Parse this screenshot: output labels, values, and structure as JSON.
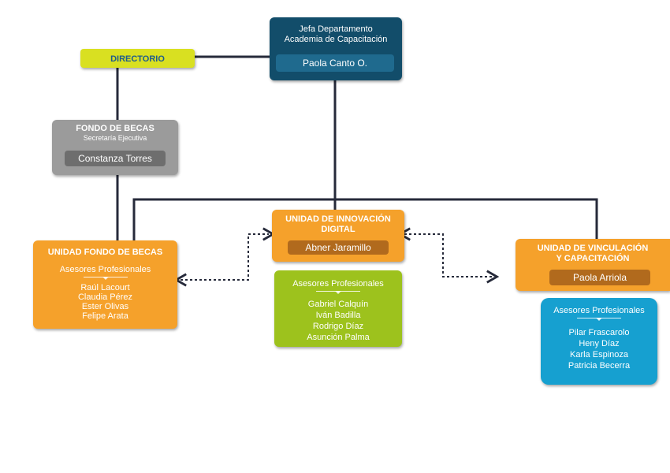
{
  "colors": {
    "navy": "#124d6a",
    "gray": "#9b9b9b",
    "orange": "#f5a12b",
    "brown": "#b16a1d",
    "green": "#9dc21d",
    "blue": "#16a0d0",
    "yellow": "#d9e021",
    "line": "#262a3a"
  },
  "jefa": {
    "title_line1": "Jefa Departamento",
    "title_line2": "Academia de Capacitación",
    "name": "Paola Canto O."
  },
  "directorio": {
    "label": "DIRECTORIO"
  },
  "fondo_becas": {
    "title": "FONDO DE BECAS",
    "subtitle": "Secretaría Ejecutiva",
    "name": "Constanza Torres"
  },
  "unidad_fondo": {
    "title": "UNIDAD FONDO DE BECAS",
    "advisors_label": "Asesores Profesionales",
    "advisors": [
      "Raúl Lacourt",
      "Claudia Pérez",
      "Ester Olivas",
      "Felipe Arata"
    ]
  },
  "unidad_innovacion": {
    "title_line1": "UNIDAD DE INNOVACIÓN",
    "title_line2": "DIGITAL",
    "name": "Abner Jaramillo",
    "advisors_label": "Asesores Profesionales",
    "advisors": [
      "Gabriel Calquín",
      "Iván Badilla",
      "Rodrigo Díaz",
      "Asunción Palma"
    ]
  },
  "unidad_vinculacion": {
    "title_line1": "UNIDAD DE VINCULACIÓN",
    "title_line2": "Y CAPACITACIÓN",
    "name": "Paola Arriola",
    "advisors_label": "Asesores Profesionales",
    "advisors": [
      "Pilar Frascarolo",
      "Heny Díaz",
      "Karla Espinoza",
      "Patricia Becerra"
    ]
  }
}
